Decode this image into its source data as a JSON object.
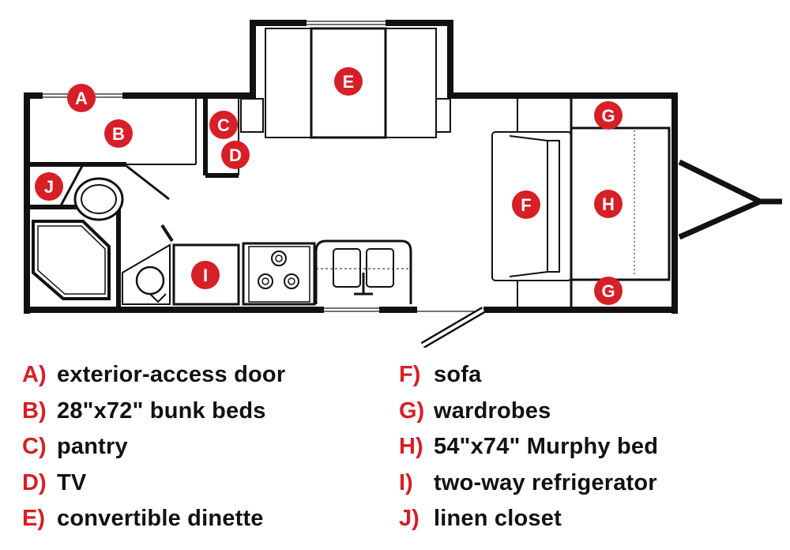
{
  "colors": {
    "accent": "#d61f26",
    "wall": "#111111",
    "line": "#444444",
    "text": "#111111"
  },
  "markers": [
    {
      "id": "A",
      "label": "A"
    },
    {
      "id": "B",
      "label": "B"
    },
    {
      "id": "C",
      "label": "C"
    },
    {
      "id": "D",
      "label": "D"
    },
    {
      "id": "E",
      "label": "E"
    },
    {
      "id": "F",
      "label": "F"
    },
    {
      "id": "G1",
      "label": "G"
    },
    {
      "id": "G2",
      "label": "G"
    },
    {
      "id": "H",
      "label": "H"
    },
    {
      "id": "I",
      "label": "I"
    },
    {
      "id": "J",
      "label": "J"
    }
  ],
  "legend": {
    "left": [
      {
        "key": "A)",
        "text": "exterior-access door"
      },
      {
        "key": "B)",
        "text": "28\"x72\" bunk beds"
      },
      {
        "key": "C)",
        "text": "pantry"
      },
      {
        "key": "D)",
        "text": "TV"
      },
      {
        "key": "E)",
        "text": "convertible dinette"
      }
    ],
    "right": [
      {
        "key": "F)",
        "text": "sofa"
      },
      {
        "key": "G)",
        "text": "wardrobes"
      },
      {
        "key": "H)",
        "text": "54\"x74\" Murphy bed"
      },
      {
        "key": "I)",
        "text": "two-way refrigerator"
      },
      {
        "key": "J)",
        "text": "linen closet"
      }
    ]
  }
}
